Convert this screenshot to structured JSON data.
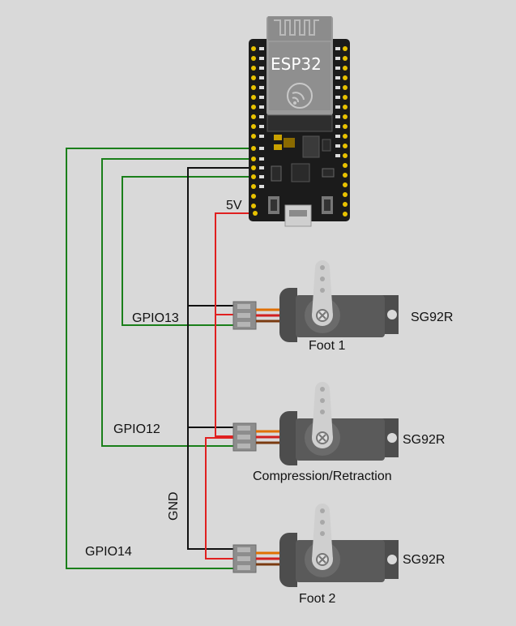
{
  "board": {
    "chip_label": "ESP32"
  },
  "labels": {
    "power": "5V",
    "gpio13": "GPIO13",
    "gpio12": "GPIO12",
    "gpio14": "GPIO14",
    "gnd": "GND"
  },
  "servos": [
    {
      "model": "SG92R",
      "name": "Foot 1"
    },
    {
      "model": "SG92R",
      "name": "Compression/Retraction"
    },
    {
      "model": "SG92R",
      "name": "Foot 2"
    }
  ],
  "colors": {
    "signal_wire": "#1a7f1a",
    "power_wire": "#e02020",
    "ground_wire": "#111111",
    "servo_body": "#5a5a5a",
    "servo_horn": "#cfcfcf",
    "board": "#1b1b1b"
  }
}
